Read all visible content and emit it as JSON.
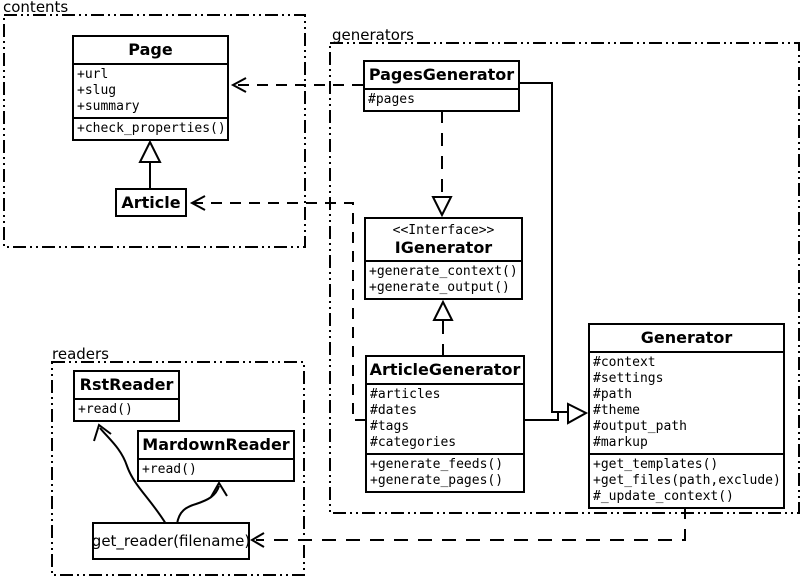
{
  "diagram": {
    "packages": {
      "contents": "contents",
      "generators": "generators",
      "readers": "readers"
    },
    "classes": {
      "page": {
        "name": "Page",
        "attributes": [
          "+url",
          "+slug",
          "+summary"
        ],
        "methods": [
          "+check_properties()"
        ]
      },
      "article": {
        "name": "Article"
      },
      "pagesGenerator": {
        "name": "PagesGenerator",
        "attributes": [
          "#pages"
        ]
      },
      "iGenerator": {
        "stereotype": "<<Interface>>",
        "name": "IGenerator",
        "methods": [
          "+generate_context()",
          "+generate_output()"
        ]
      },
      "articleGenerator": {
        "name": "ArticleGenerator",
        "attributes": [
          "#articles",
          "#dates",
          "#tags",
          "#categories"
        ],
        "methods": [
          "+generate_feeds()",
          "+generate_pages()"
        ]
      },
      "generator": {
        "name": "Generator",
        "attributes": [
          "#context",
          "#settings",
          "#path",
          "#theme",
          "#output_path",
          "#markup"
        ],
        "methods": [
          "+get_templates()",
          "+get_files(path,exclude)",
          "#_update_context()"
        ]
      },
      "rstReader": {
        "name": "RstReader",
        "methods": [
          "+read()"
        ]
      },
      "mardownReader": {
        "name": "MardownReader",
        "methods": [
          "+read()"
        ]
      },
      "getReader": {
        "label": "get_reader(filename)"
      }
    },
    "colors": {
      "line": "#000000",
      "background": "#ffffff"
    }
  }
}
